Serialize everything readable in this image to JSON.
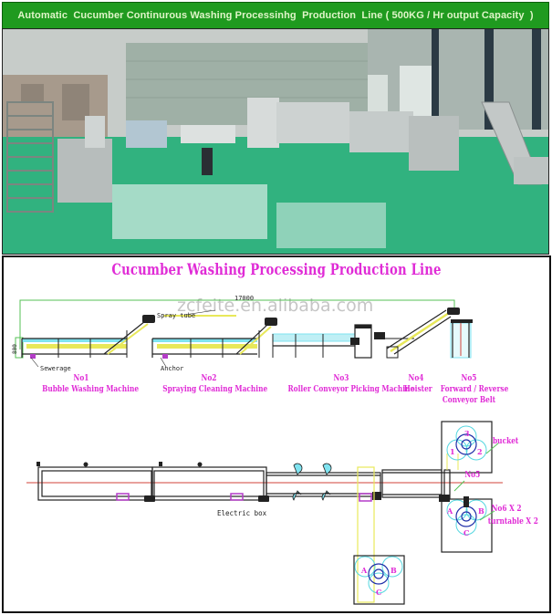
{
  "banner": {
    "title": "Automatic  Cucumber Continurous Washing Processinhg  Production  Line ( 500KG / Hr output Capacity  )",
    "background": "#1f9a1f",
    "text_color": "#dff5c8"
  },
  "photo": {
    "description": "Factory floor photo of stainless steel cucumber washing production line on green epoxy floor"
  },
  "diagram": {
    "title": "Cucumber Washing Processing Production Line",
    "title_color": "#e02bd6",
    "watermark": "zcfeite.en.alibaba.com",
    "dimensions": {
      "total_length": "17000",
      "height": "800"
    },
    "callouts": {
      "spray_tube": "Spray tube",
      "sewerage": "Sewerage",
      "anchor": "Anchor",
      "electric_box": "Electric box",
      "bucket": "bucket",
      "no5": "No5",
      "no6": "No6 X 2",
      "turntable": "turntable X 2"
    },
    "machines": [
      {
        "number": "No1",
        "name": "Bubble Washing Machine"
      },
      {
        "number": "No2",
        "name": "Spraying Cleaning Machine"
      },
      {
        "number": "No3",
        "name": "Roller Conveyor Picking Machine"
      },
      {
        "number": "No4",
        "name": "Hoister"
      },
      {
        "number": "No5",
        "name": "Forward / Reverse",
        "name2": "Conveyor Belt"
      }
    ],
    "turntable_labels": {
      "top": [
        "1",
        "2",
        "3"
      ],
      "bottom": [
        "A",
        "B",
        "C"
      ],
      "lower": [
        "A",
        "B",
        "C"
      ]
    },
    "colors": {
      "frame": "#222222",
      "water": "#7fe3f0",
      "conveyor": "#e8e85a",
      "centerline": "#d2433a",
      "dimension": "#55c255",
      "box": "#b43cc8",
      "circle_outer": "#55d7e0",
      "circle_inner": "#1f2ea8"
    }
  }
}
